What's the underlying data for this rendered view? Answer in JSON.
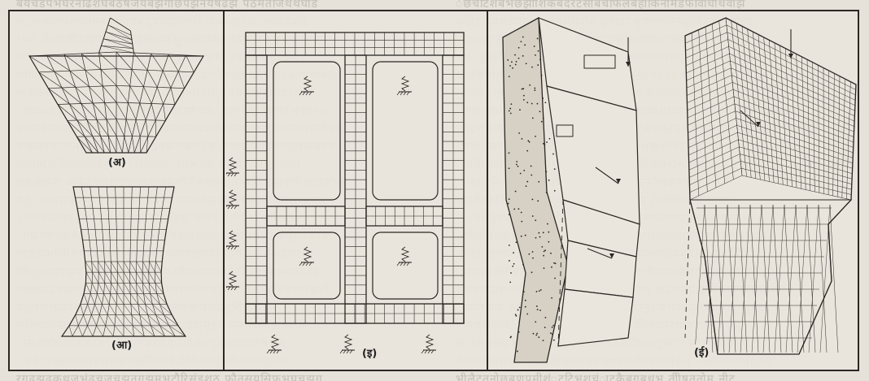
{
  "figure": {
    "panels": [
      {
        "id": "a",
        "caption": "(अ)"
      },
      {
        "id": "aa",
        "caption": "(आ)"
      },
      {
        "id": "i",
        "caption": "(इ)"
      },
      {
        "id": "ii",
        "caption": "(ई)"
      }
    ]
  },
  "icons": {
    "support": "ground-support-icon",
    "spring": "spring-support-icon",
    "load_arrow": "load-arrow-icon"
  },
  "colors": {
    "ink": "#2a2724",
    "paper": "#e9e5dc"
  }
}
